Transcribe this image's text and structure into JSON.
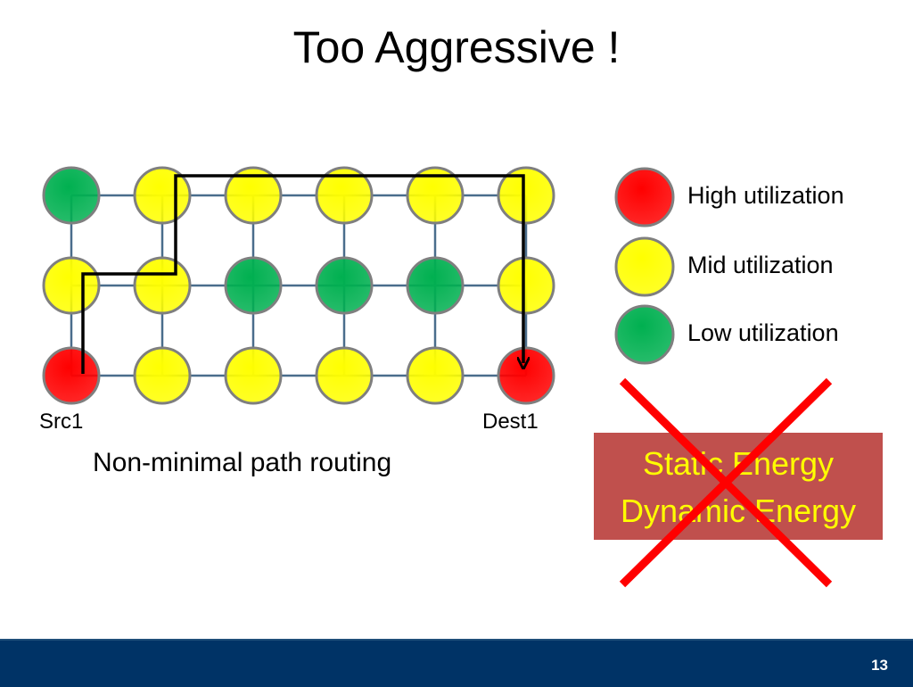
{
  "slide": {
    "title": "Too Aggressive !",
    "page_number": "13"
  },
  "mesh": {
    "rows": 3,
    "cols": 6,
    "utilization": [
      [
        "low",
        "mid",
        "mid",
        "mid",
        "mid",
        "mid"
      ],
      [
        "mid",
        "mid",
        "low",
        "low",
        "low",
        "mid"
      ],
      [
        "high",
        "mid",
        "mid",
        "mid",
        "mid",
        "high"
      ]
    ],
    "path": [
      [
        0,
        2
      ],
      [
        0,
        1
      ],
      [
        1,
        1
      ],
      [
        1,
        0
      ],
      [
        5,
        0
      ],
      [
        5,
        2
      ]
    ],
    "src_label": "Src1",
    "dest_label": "Dest1",
    "caption": "Non-minimal path routing"
  },
  "colors": {
    "high": "#ff0000",
    "mid": "#ffff00",
    "low": "#00b050",
    "link": "#4a6d8c",
    "path": "#000000",
    "cross": "#ff0000",
    "energy_box": "#c0504d",
    "energy_text": "#ffff00"
  },
  "legend": [
    {
      "level": "high",
      "label": "High utilization"
    },
    {
      "level": "mid",
      "label": "Mid utilization"
    },
    {
      "level": "low",
      "label": "Low utilization"
    }
  ],
  "energy": {
    "line1": "Static Energy",
    "line2": "Dynamic Energy",
    "crossed_out": true
  }
}
